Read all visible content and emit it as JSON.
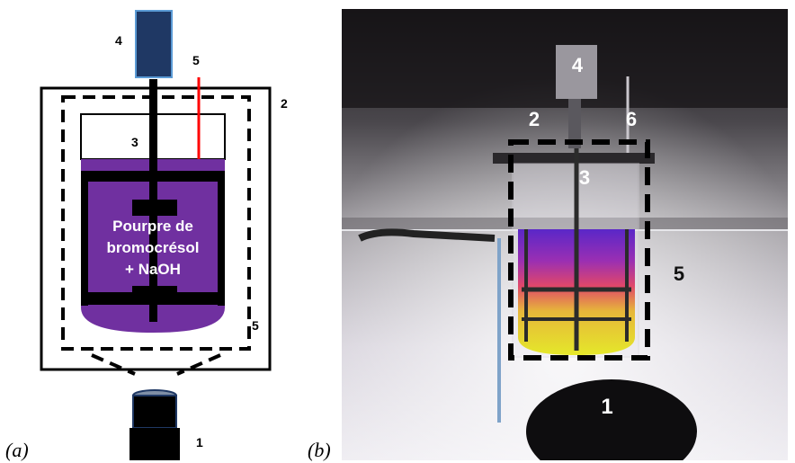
{
  "panel_a": {
    "caption": "(a)",
    "liquid_text": [
      "Pourpre de",
      "bromocrésol",
      "+ NaOH"
    ],
    "labels": {
      "camera": "1",
      "enclosure": "2",
      "reactor": "3",
      "motor": "4",
      "probe": "5",
      "dashed_region": "5"
    },
    "colors": {
      "liquid": "#7030a0",
      "motor": "#1f3864",
      "probe": "#ff0000",
      "camera_lens": "#1f3864"
    }
  },
  "panel_b": {
    "caption": "(b)",
    "labels": {
      "camera": "1",
      "enclosure": "2",
      "reactor": "3",
      "motor": "4",
      "dashed_region": "5",
      "probe": "6"
    }
  }
}
